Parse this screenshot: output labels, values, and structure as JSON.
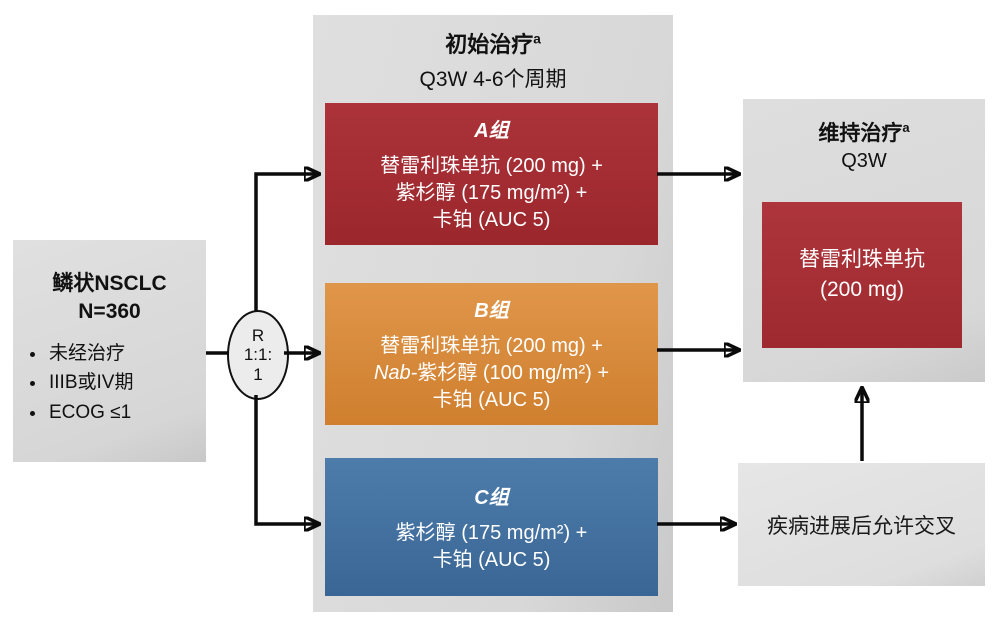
{
  "palette": {
    "arm_a_red": "#a12c32",
    "arm_b_orange": "#dc8e3d",
    "arm_c_blue": "#44719f",
    "maintenance_red": "#a9333a",
    "panel_gray": "#d8d8d8",
    "arrow_black": "#0b0b0b"
  },
  "left_box": {
    "title_line1": "鳞状NSCLC",
    "title_line2": "N=360",
    "bullets": [
      "未经治疗",
      "IIIB或IV期",
      "ECOG ≤1"
    ]
  },
  "randomization": {
    "line1": "R",
    "line2": "1:1:",
    "line3": "1"
  },
  "initial_therapy": {
    "title": "初始治疗",
    "title_sup": "a",
    "subtitle": "Q3W 4-6个周期",
    "arm_a": {
      "title": "A组",
      "lines": [
        "替雷利珠单抗 (200 mg) +",
        "紫杉醇 (175 mg/m²) +",
        "卡铂 (AUC 5)"
      ]
    },
    "arm_b": {
      "title": "B组",
      "line1": "替雷利珠单抗 (200 mg) +",
      "line2_italic": "Nab-",
      "line2_rest": "紫杉醇 (100 mg/m²) +",
      "line3": "卡铂 (AUC 5)"
    },
    "arm_c": {
      "title": "C组",
      "lines": [
        "紫杉醇 (175 mg/m²) +",
        "卡铂 (AUC 5)"
      ]
    }
  },
  "maintenance": {
    "title": "维持治疗",
    "title_sup": "a",
    "subtitle": "Q3W",
    "drug_line1": "替雷利珠单抗",
    "drug_line2": "(200 mg)"
  },
  "crossover": {
    "label": "疾病进展后允许交叉"
  }
}
